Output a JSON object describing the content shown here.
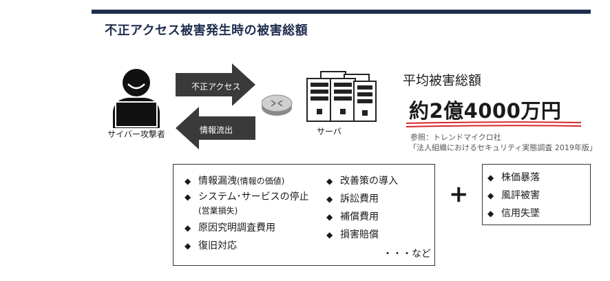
{
  "title": "不正アクセス被害発生時の被害総額",
  "attacker": {
    "label": "サイバー攻撃者"
  },
  "server": {
    "label": "サーバ"
  },
  "arrows": {
    "forward_label": "不正アクセス",
    "back_label": "情報流出"
  },
  "summary": {
    "avg_label": "平均被害総額",
    "amount": "約2億4000万円",
    "ref_line1": "参照：トレンドマイクロ社",
    "ref_line2": "「法人組織におけるセキュリティ実態調査 2019年版」"
  },
  "left_box": {
    "col1": [
      {
        "main": "情報漏洩",
        "note": "(情報の価値)"
      },
      {
        "main": "システム･サービスの停止",
        "note": ""
      },
      {
        "main": "",
        "note": "(営業損失)"
      },
      {
        "main": "原因究明調査費用",
        "note": ""
      },
      {
        "main": "復旧対応",
        "note": ""
      }
    ],
    "col2": [
      "改善策の導入",
      "訴訟費用",
      "補償費用",
      "損害賠償"
    ],
    "etc": "・・・など"
  },
  "plus_sign": "+",
  "right_box": [
    "株価暴落",
    "風評被害",
    "信用失墜"
  ],
  "bullet": "◆",
  "colors": {
    "navy": "#1f2d4e",
    "arrow": "#3a3a3a",
    "accent_red": "#d9232e"
  }
}
